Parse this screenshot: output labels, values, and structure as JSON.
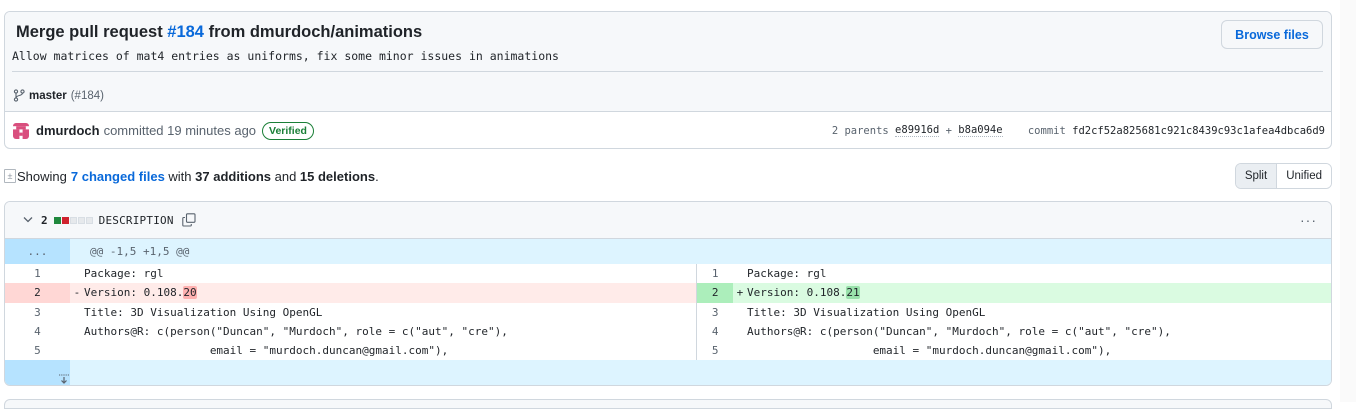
{
  "commit": {
    "title_prefix": "Merge pull request ",
    "pr_number": "#184",
    "title_suffix": " from dmurdoch/animations",
    "description": "Allow matrices of mat4 entries as uniforms, fix some minor issues in animations",
    "browse_files_label": "Browse files",
    "branch": {
      "icon": "git-branch-icon",
      "name": "master",
      "pr_ref": "(#184)"
    },
    "author": "dmurdoch",
    "committed_text": "committed 19 minutes ago",
    "verified_label": "Verified",
    "parents_label": "2 parents",
    "parent_1": "e89916d",
    "parent_sep": "+",
    "parent_2": "b8a094e",
    "commit_label": "commit",
    "sha": "fd2cf52a825681c921c8439c93c1afea4dbca6d9"
  },
  "summary": {
    "prefix": "Showing ",
    "changed_files": "7 changed files",
    "with": " with ",
    "additions": "37 additions",
    "and": " and ",
    "deletions": "15 deletions",
    "suffix": "."
  },
  "view_toggle": {
    "split": "Split",
    "unified": "Unified",
    "active": "Split"
  },
  "file": {
    "change_count": "2",
    "diffstat": [
      "add",
      "del",
      "neutral",
      "neutral",
      "neutral"
    ],
    "name": "DESCRIPTION",
    "more_icon": "kebab-horizontal-icon",
    "hunk_header": "@@ -1,5 +1,5 @@",
    "expand_up_label": "...",
    "left": [
      {
        "num": "1",
        "marker": " ",
        "text": "Package: rgl",
        "type": "context"
      },
      {
        "num": "2",
        "marker": "-",
        "text_before": "Version: 0.108.",
        "text_hl": "20",
        "type": "del"
      },
      {
        "num": "3",
        "marker": " ",
        "text": "Title: 3D Visualization Using OpenGL",
        "type": "context"
      },
      {
        "num": "4",
        "marker": " ",
        "text": "Authors@R: c(person(\"Duncan\", \"Murdoch\", role = c(\"aut\", \"cre\"),",
        "type": "context"
      },
      {
        "num": "5",
        "marker": " ",
        "text": "                   email = \"murdoch.duncan@gmail.com\"),",
        "type": "context"
      }
    ],
    "right": [
      {
        "num": "1",
        "marker": " ",
        "text": "Package: rgl",
        "type": "context"
      },
      {
        "num": "2",
        "marker": "+",
        "text_before": "Version: 0.108.",
        "text_hl": "21",
        "type": "add"
      },
      {
        "num": "3",
        "marker": " ",
        "text": "Title: 3D Visualization Using OpenGL",
        "type": "context"
      },
      {
        "num": "4",
        "marker": " ",
        "text": "Authors@R: c(person(\"Duncan\", \"Murdoch\", role = c(\"aut\", \"cre\"),",
        "type": "context"
      },
      {
        "num": "5",
        "marker": " ",
        "text": "                   email = \"murdoch.duncan@gmail.com\"),",
        "type": "context"
      }
    ]
  },
  "colors": {
    "link": "#0969da",
    "verified": "#1a7f37",
    "hunk_bg": "#ddf4ff",
    "del_bg": "#ffebe9",
    "add_bg": "#dafbe1",
    "diffstat_add": "#1f883d",
    "diffstat_del": "#cf222e"
  }
}
